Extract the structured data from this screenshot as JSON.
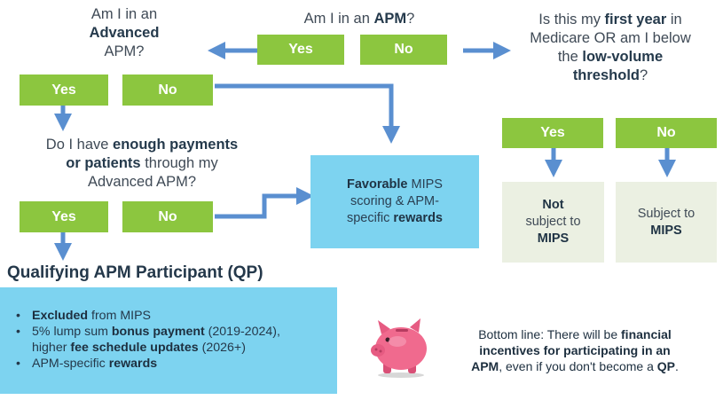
{
  "questions": {
    "apm": {
      "t1": "Am I in an ",
      "b1": "APM",
      "t2": "?"
    },
    "advanced": {
      "line1": "Am I in an",
      "line2_b": "Advanced",
      "line3": "APM?"
    },
    "first_year": {
      "l1_t": "Is this my ",
      "l1_b": "first year",
      "l1_t2": " in",
      "l2": "Medicare OR am I below",
      "l3_t": "the ",
      "l3_b": "low-volume",
      "l4_b": "threshold",
      "l4_t": "?"
    },
    "enough": {
      "l1_t": "Do I have ",
      "l1_b": "enough payments",
      "l2_b": "or patients",
      "l2_t": " through my",
      "l3": "Advanced APM?"
    }
  },
  "buttons": {
    "apm_yes": "Yes",
    "apm_no": "No",
    "adv_yes": "Yes",
    "adv_no": "No",
    "enough_yes": "Yes",
    "enough_no": "No",
    "first_yes": "Yes",
    "first_no": "No"
  },
  "favorable": {
    "b1": "Favorable",
    "t1": " MIPS",
    "t2": "scoring & APM-",
    "t3": "specific ",
    "b2": "rewards"
  },
  "not_subject": {
    "b1": "Not",
    "t1": "subject to",
    "b2": "MIPS"
  },
  "subject": {
    "t1": "Subject to",
    "b1": "MIPS"
  },
  "qp": {
    "title": "Qualifying APM Participant (QP)",
    "items": [
      {
        "b1": "Excluded",
        "t1": " from MIPS"
      },
      {
        "t1": "5% lump sum ",
        "b1": "bonus payment",
        "t2": " (2019-2024),"
      },
      {
        "t1": "higher ",
        "b1": "fee schedule updates",
        "t2": " (2026+)"
      },
      {
        "t1": "APM-specific ",
        "b1": "rewards"
      }
    ]
  },
  "bottom_line": {
    "t1": "Bottom line: There will be ",
    "b1": "financial",
    "b2": "incentives for participating in an",
    "b3": "APM",
    "t2": ", even if you don't become a ",
    "b4": "QP",
    "t3": "."
  },
  "colors": {
    "green": "#8cc63f",
    "arrow": "#5a8fd0",
    "blue_box": "#7dd3f0",
    "grey_box": "#ebf0e2",
    "piggy": "#f06a8e"
  },
  "icons": [
    "piggy-bank-icon"
  ]
}
